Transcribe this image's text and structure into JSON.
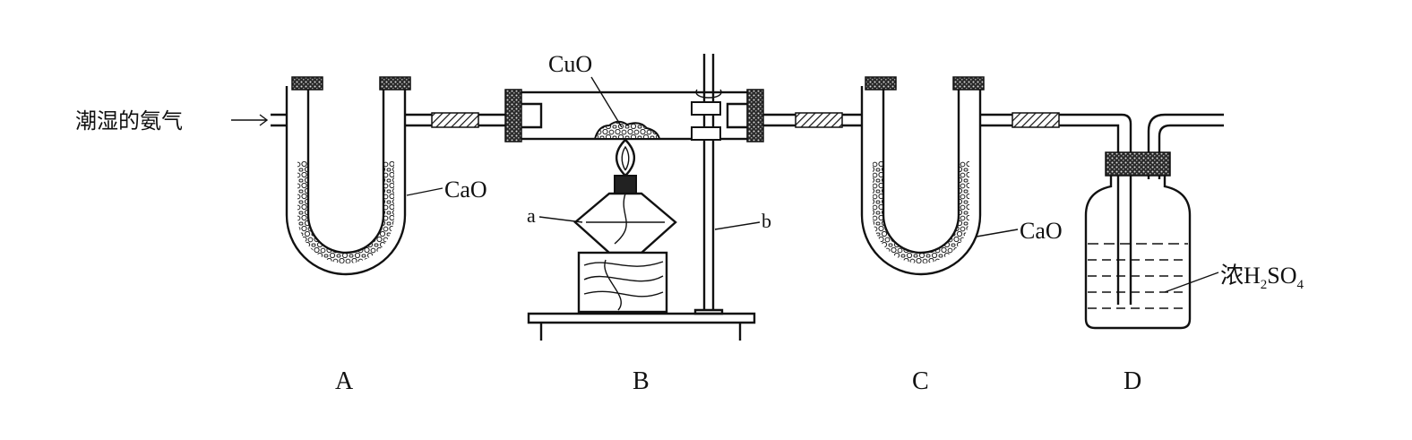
{
  "labels": {
    "inlet": "潮湿的氨气",
    "cao_a": "CaO",
    "cuo": "CuO",
    "a": "a",
    "b": "b",
    "cao_c": "CaO",
    "acid_prefix": "浓",
    "acid_h": "H",
    "acid_h_sub": "2",
    "acid_so": "SO",
    "acid_so_sub": "4"
  },
  "apparatus": {
    "A": "A",
    "B": "B",
    "C": "C",
    "D": "D"
  }
}
